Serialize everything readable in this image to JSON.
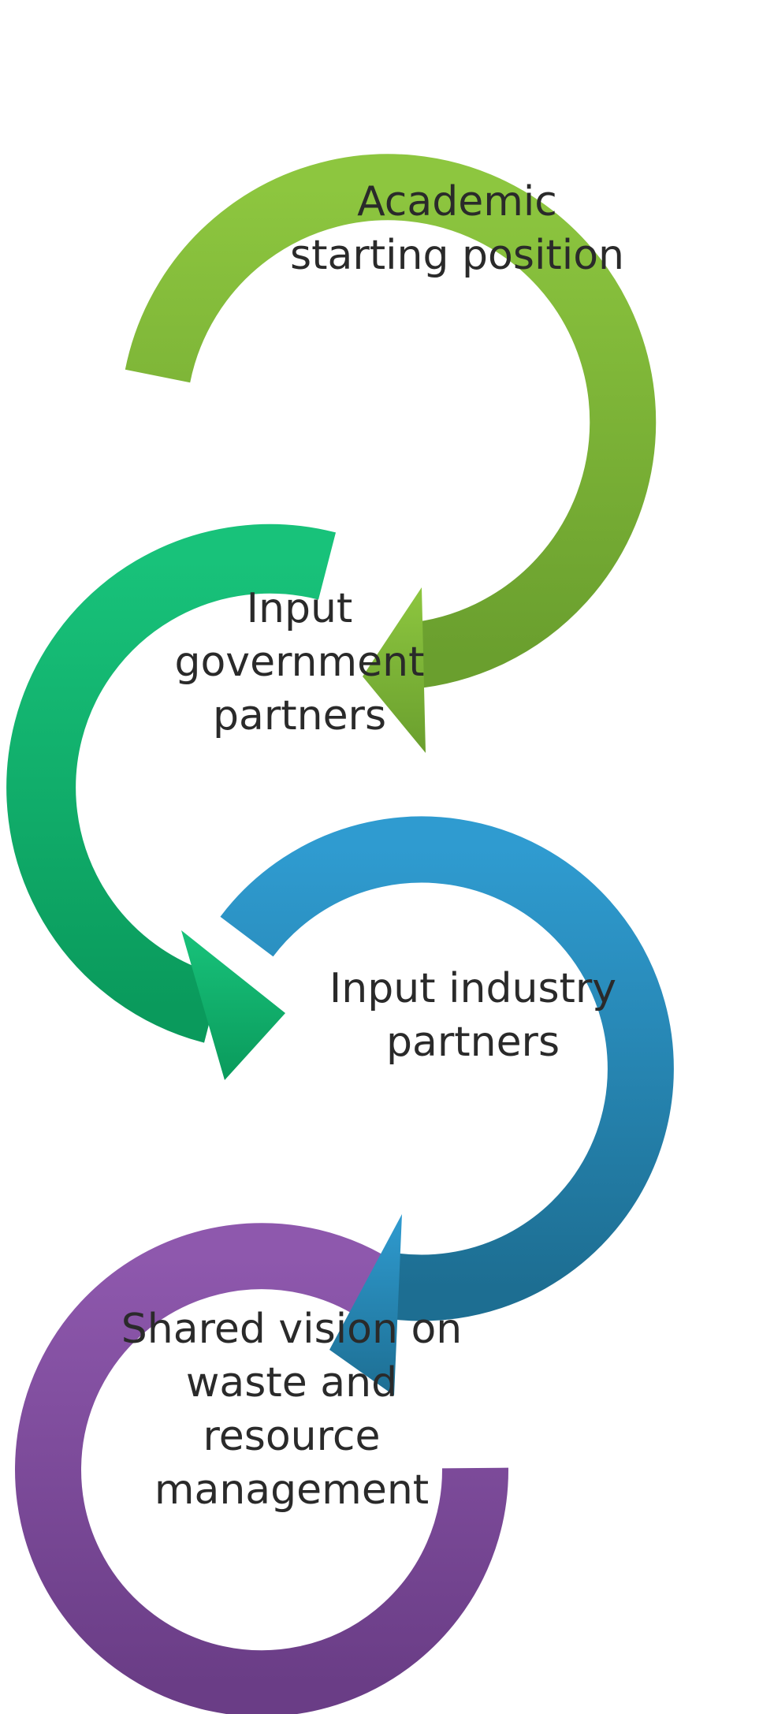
{
  "stages": [
    {
      "id": "academic",
      "lines": [
        "Academic",
        "starting position"
      ],
      "color_light": "#8dc63f",
      "color_dark": "#6a9f2e"
    },
    {
      "id": "government",
      "lines": [
        "Input",
        "government",
        "partners"
      ],
      "color_light": "#18c27a",
      "color_dark": "#0a9a5c"
    },
    {
      "id": "industry",
      "lines": [
        "Input industry",
        "partners"
      ],
      "color_light": "#2f9bd0",
      "color_dark": "#1d6e92"
    },
    {
      "id": "shared-vision",
      "lines": [
        "Shared vision on",
        "waste and",
        "resource",
        "management"
      ],
      "color_light": "#8e58ad",
      "color_dark": "#6a3d86"
    }
  ]
}
